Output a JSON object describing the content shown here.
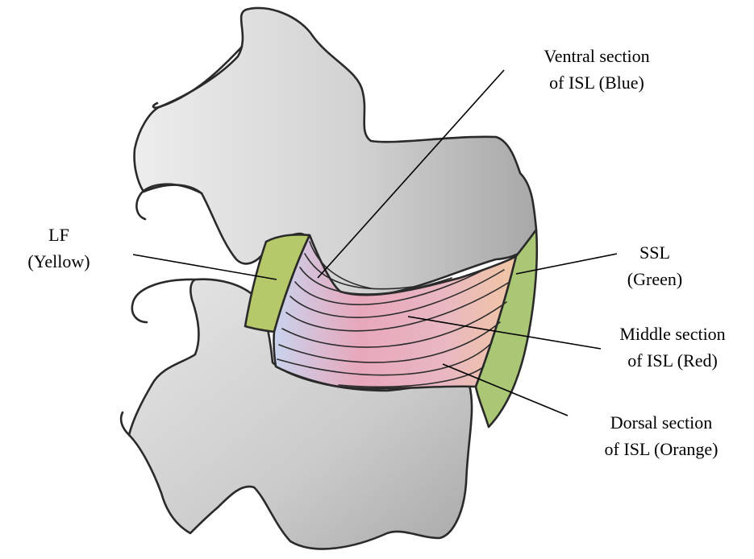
{
  "labels": {
    "ventral": {
      "line1": "Ventral section",
      "line2": "of ISL (Blue)"
    },
    "lf": {
      "line1": "LF",
      "line2": "(Yellow)"
    },
    "ssl": {
      "line1": "SSL",
      "line2": "(Green)"
    },
    "middle": {
      "line1": "Middle section",
      "line2": "of ISL (Red)"
    },
    "dorsal": {
      "line1": "Dorsal section",
      "line2": "of ISL (Orange)"
    }
  },
  "colors": {
    "bone_fill": "#cfcfcf",
    "bone_shadow": "#9c9c9c",
    "outline": "#2a2a2a",
    "lf_yellow": "#b5c96a",
    "ssl_green": "#a9c774",
    "ventral_blue": "#c9d3ee",
    "middle_red": "#e7a7bb",
    "dorsal_orange": "#f0c6a3"
  }
}
